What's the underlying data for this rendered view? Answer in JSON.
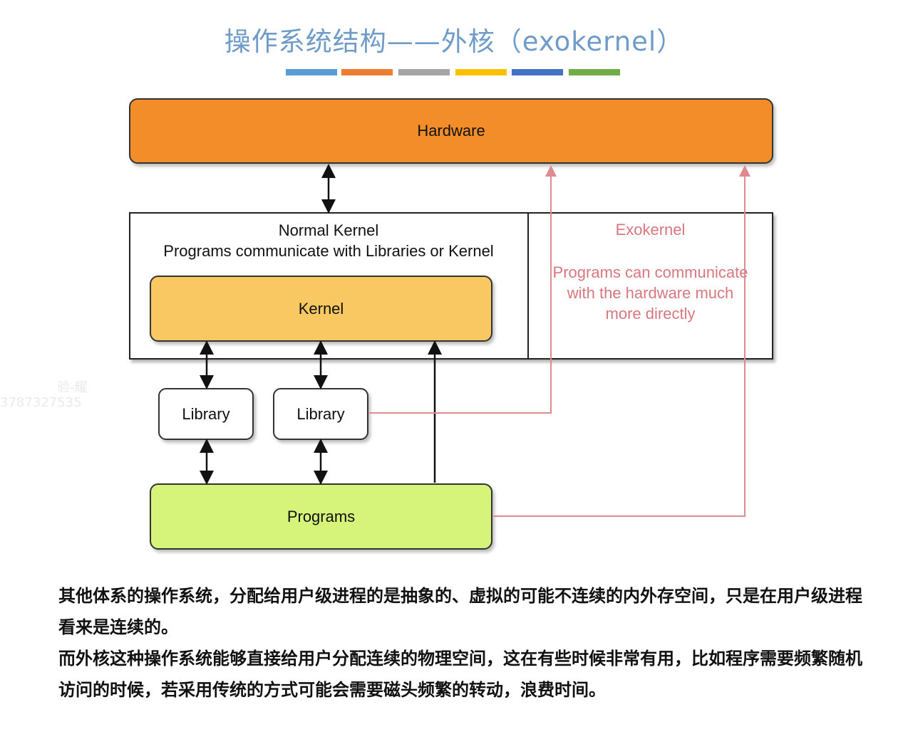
{
  "title": "操作系统结构——外核（exokernel）",
  "accent_colors": [
    "#5b9bd5",
    "#ed7d31",
    "#a5a5a5",
    "#ffc000",
    "#4472c4",
    "#70ad47"
  ],
  "diagram": {
    "hardware_label": "Hardware",
    "normal_kernel_title": "Normal Kernel",
    "normal_kernel_desc": "Programs communicate with Libraries or Kernel",
    "exokernel_title": "Exokernel",
    "exokernel_desc": "Programs can communicate with the hardware much more directly",
    "kernel_label": "Kernel",
    "library_1_label": "Library",
    "library_2_label": "Library",
    "programs_label": "Programs",
    "colors": {
      "hardware": "#f28d2a",
      "kernel": "#fac862",
      "programs": "#d6f37a",
      "exokernel_path": "#e08a90"
    }
  },
  "watermark": {
    "line1": "验-耀",
    "line2": "3787327535"
  },
  "caption": {
    "paragraph1": "其他体系的操作系统，分配给用户级进程的是抽象的、虚拟的可能不连续的内外存空间，只是在用户级进程看来是连续的。",
    "paragraph2": "而外核这种操作系统能够直接给用户分配连续的物理空间，这在有些时候非常有用，比如程序需要频繁随机访问的时候，若采用传统的方式可能会需要磁头频繁的转动，浪费时间。"
  }
}
